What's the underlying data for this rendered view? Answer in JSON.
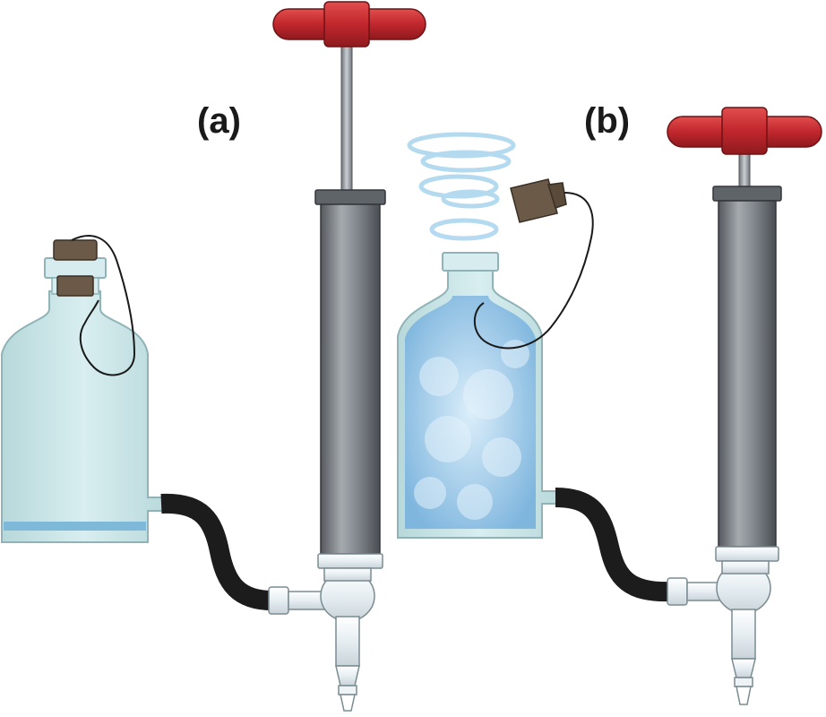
{
  "panels": [
    {
      "id": "a",
      "label": "(a)"
    },
    {
      "id": "b",
      "label": "(b)"
    }
  ],
  "colors": {
    "handle": "#c0272d",
    "barrel": "#7d8288",
    "glass": "#cfe8ea",
    "water": "#7fb9d9",
    "tube": "#1c1c1c",
    "stopper": "#6b5a48",
    "vapor": "#a8d4ee"
  }
}
